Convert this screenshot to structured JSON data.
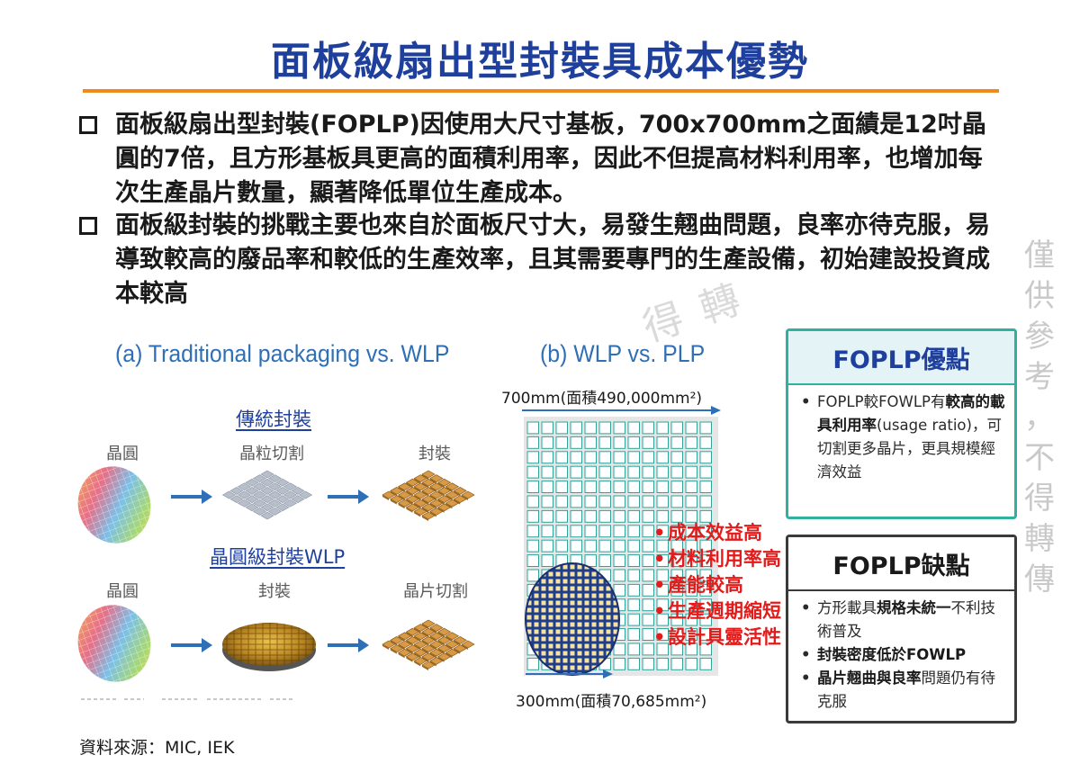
{
  "title": "面板級扇出型封裝具成本優勢",
  "bullets": [
    "面板級扇出型封裝(FOPLP)因使用大尺寸基板，700x700mm之面績是12吋晶圓的7倍，且方形基板具更高的面積利用率，因此不但提高材料利用率，也增加每次生產晶片數量，顯著降低單位生產成本。",
    "面板級封裝的挑戰主要也來自於面板尺寸大，易發生翹曲問題，良率亦待克服，易導致較高的廢品率和較低的生產效率，且其需要專門的生產設備，初始建設投資成本較高"
  ],
  "watermark": [
    "僅",
    "供",
    "參",
    "考",
    "，",
    "不",
    "得",
    "轉",
    "傳"
  ],
  "watermark_diag": "得 轉",
  "figure_a": {
    "heading": "(a) Traditional packaging vs. WLP",
    "row1": {
      "title": "傳統封裝",
      "wafer": "晶圓",
      "step": "晶粒切割",
      "result": "封裝"
    },
    "row2": {
      "title": "晶圓級封裝WLP",
      "wafer": "晶圓",
      "step": "封裝",
      "result": "晶片切割"
    }
  },
  "figure_b": {
    "heading": "(b) WLP vs. PLP",
    "top_caption": "700mm(面積490,000mm²)",
    "bottom_caption": "300mm(面積70,685mm²)",
    "benefits": [
      "成本效益高",
      "材料利用率高",
      "產能較高",
      "生產週期縮短",
      "設計具靈活性"
    ]
  },
  "advantages": {
    "title": "FOPLP優點",
    "items": [
      {
        "pre": "FOPLP較FOWLP有",
        "bold": "較高的載具利用率",
        "post": "(usage ratio)，可切割更多晶片，更具規模經濟效益"
      }
    ]
  },
  "disadvantages": {
    "title": "FOPLP缺點",
    "items": [
      {
        "pre": "方形載具",
        "bold": "規格未統一",
        "post": "不利技術普及"
      },
      {
        "pre": "",
        "bold": "封裝密度低於FOWLP",
        "post": ""
      },
      {
        "pre": "",
        "bold": "晶片翹曲與良率",
        "post": "問題仍有待克服"
      }
    ]
  },
  "source": "資料來源：MIC, IEK",
  "colors": {
    "title": "#1f3f9c",
    "rule": "#f08a1c",
    "figure_heading": "#2e6fb5",
    "benefit": "#e31b1b",
    "adv_border": "#2fb0a0",
    "panel_blue": "#1f3d8c",
    "die_yellow": "#f5e3a0"
  }
}
